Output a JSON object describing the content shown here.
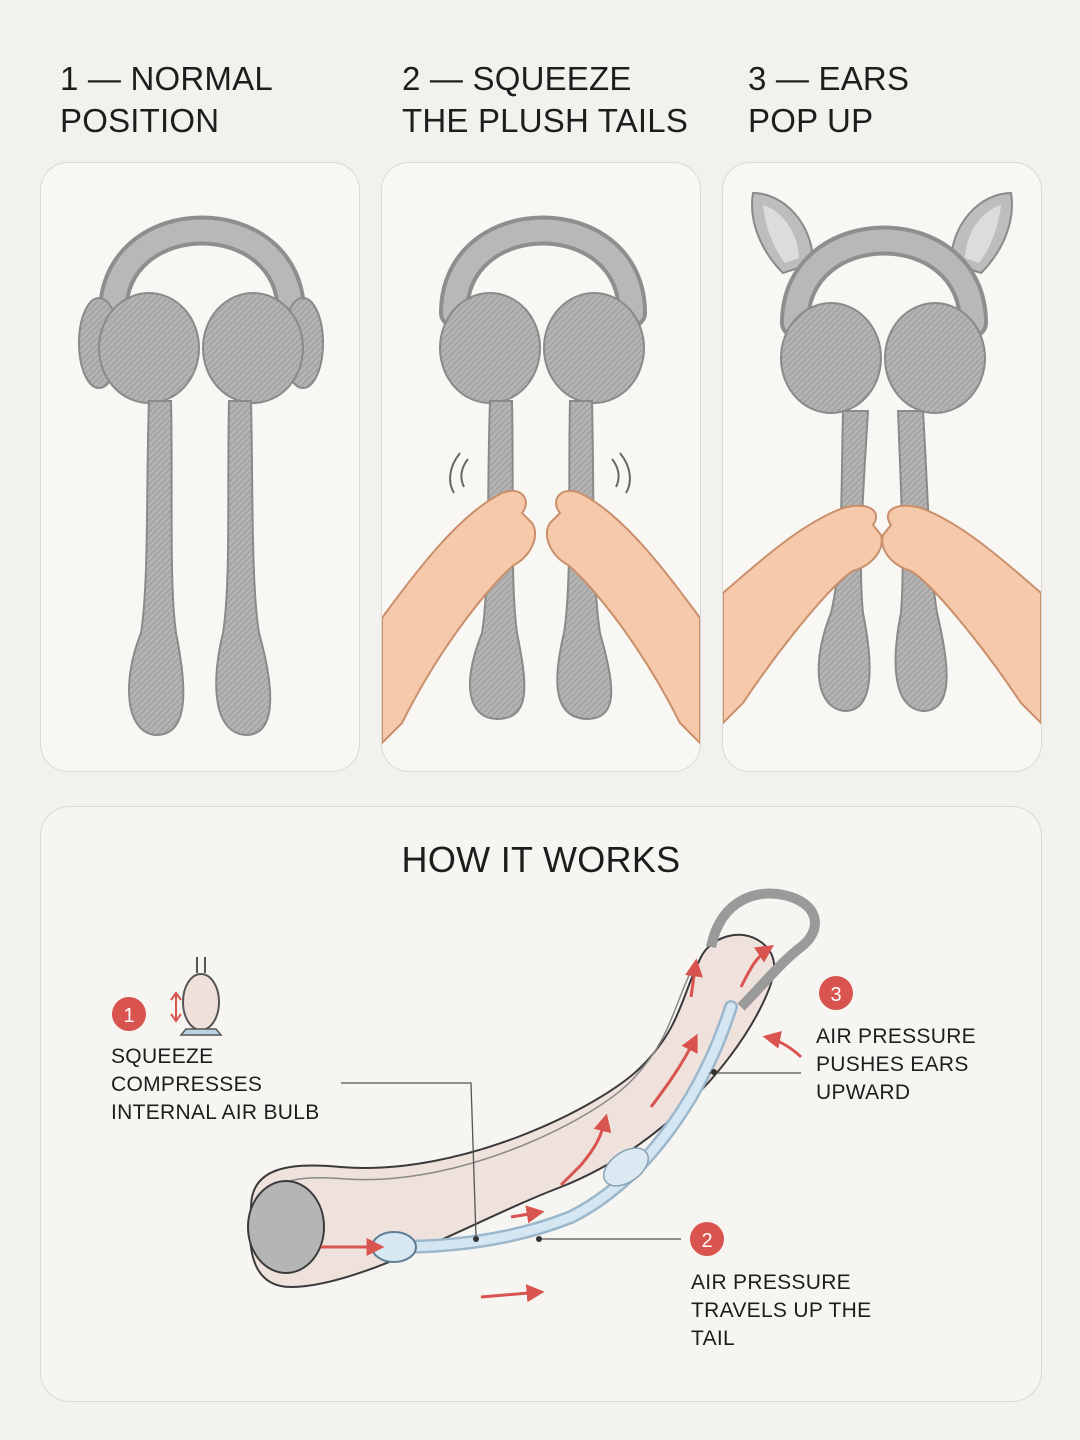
{
  "steps": [
    {
      "number": "1",
      "line1": "1 — NORMAL",
      "line2": "POSITION"
    },
    {
      "number": "2",
      "line1": "2 — SQUEEZE",
      "line2": "THE PLUSH TAILS"
    },
    {
      "number": "3",
      "line1": "3 — EARS",
      "line2": "POP UP"
    }
  ],
  "how_it_works": {
    "title": "HOW IT WORKS",
    "callouts": [
      {
        "badge": "1",
        "lines": [
          "SQUEEZE",
          "COMPRESSES",
          "INTERNAL AIR BULB"
        ]
      },
      {
        "badge": "2",
        "lines": [
          "AIR PRESSURE",
          "TRAVELS UP THE",
          "TAIL"
        ]
      },
      {
        "badge": "3",
        "lines": [
          "AIR PRESSURE",
          "PUSHES EARS",
          "UPWARD"
        ]
      }
    ]
  },
  "colors": {
    "background": "#f3f1ed",
    "plush_gray": "#a9a9a9",
    "accent_red": "#d9534f",
    "skin": "#f6c9aa",
    "tube_blue": "#cfe2ef"
  }
}
